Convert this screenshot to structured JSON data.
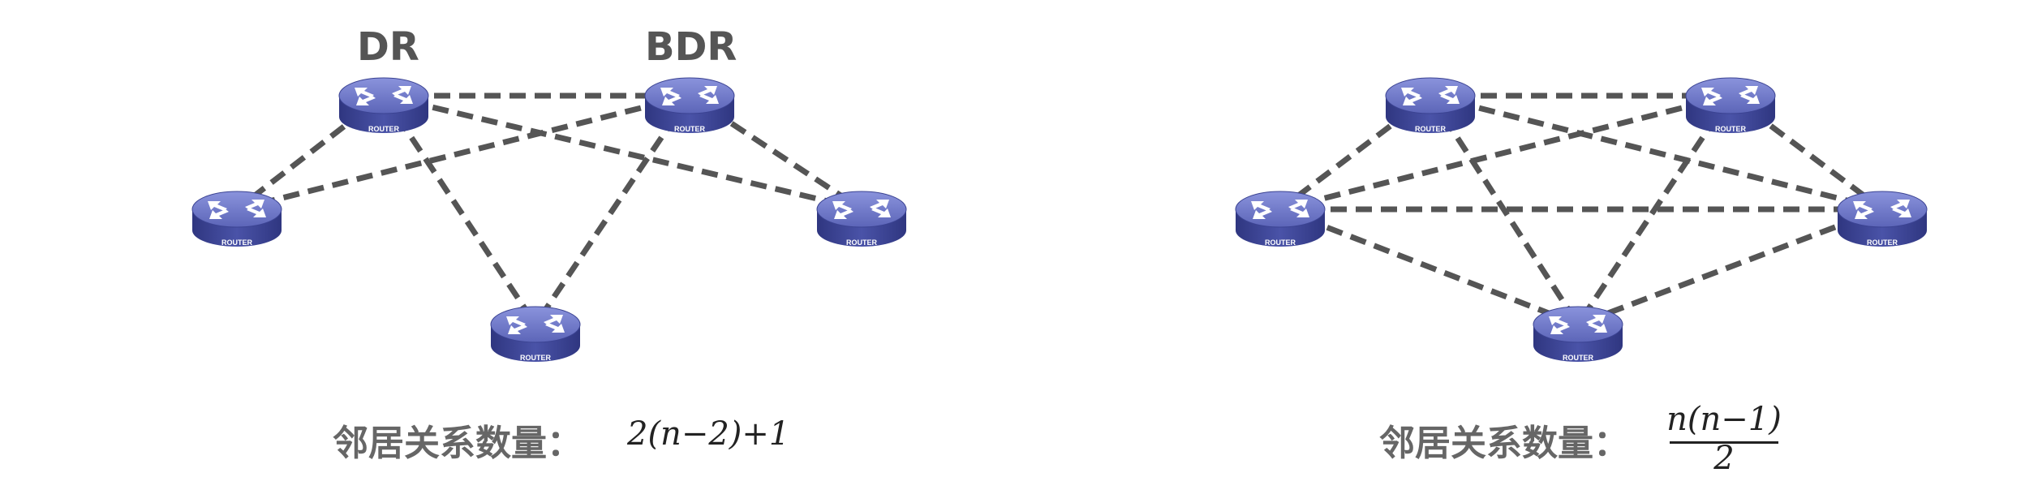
{
  "left_diagram": {
    "labels": {
      "dr": "DR",
      "bdr": "BDR"
    },
    "caption": "邻居关系数量：",
    "formula": "2(n−2)+1"
  },
  "right_diagram": {
    "caption": "邻居关系数量：",
    "formula_numerator": "n(n−1)",
    "formula_denominator": "2"
  },
  "router_label": "ROUTER",
  "colors": {
    "router_top": "#6b74c6",
    "router_side": "#3b4392",
    "link": "#555555"
  },
  "icons": [
    "router-icon",
    "dashed-link"
  ]
}
